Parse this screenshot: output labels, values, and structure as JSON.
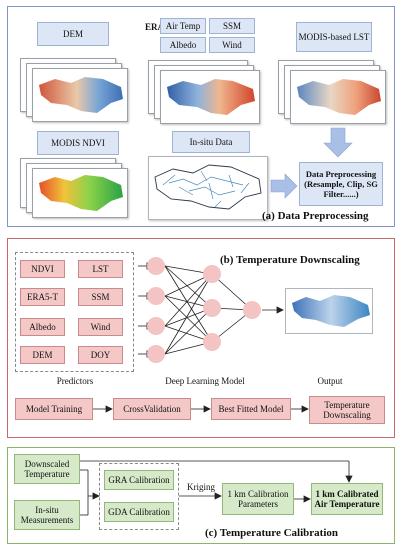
{
  "panel_a": {
    "title": "(a) Data Preprocessing",
    "dem": "DEM",
    "era5": "ERA5",
    "era5_vars": [
      "Air Temp",
      "SSM",
      "Albedo",
      "Wind"
    ],
    "modis_lst": "MODIS-based LST",
    "modis_ndvi": "MODIS NDVI",
    "insitu": "In-situ Data",
    "preprocess": "Data Preprocessing (Resample, Clip, SG Filter......)"
  },
  "panel_b": {
    "title": "(b) Temperature Downscaling",
    "predictors": [
      "NDVI",
      "LST",
      "ERA5-T",
      "SSM",
      "Albedo",
      "Wind",
      "DEM",
      "DOY"
    ],
    "predictors_label": "Predictors",
    "model_label": "Deep Learning Model",
    "output_label": "Output",
    "flow": [
      "Model Training",
      "CrossValidation",
      "Best Fitted Model",
      "Temperature Downscaling"
    ]
  },
  "panel_c": {
    "title": "(c) Temperature Calibration",
    "downscaled": "Downscaled Temperature",
    "insitu": "In-situ Measurements",
    "gra": "GRA Calibration",
    "gda": "GDA Calibration",
    "kriging": "Kriging",
    "params": "1 km Calibration Parameters",
    "result": "1 km Calibrated Air Temperature"
  },
  "colors": {
    "panel_a_border": "#7f95c9",
    "panel_b_border": "#c56a6a",
    "panel_c_border": "#8ab56a",
    "blue_fill": "#dde6f5",
    "pink_fill": "#f5c8c8",
    "green_fill": "#d6e9c9",
    "arrow_blue": "#a9bfe6"
  }
}
